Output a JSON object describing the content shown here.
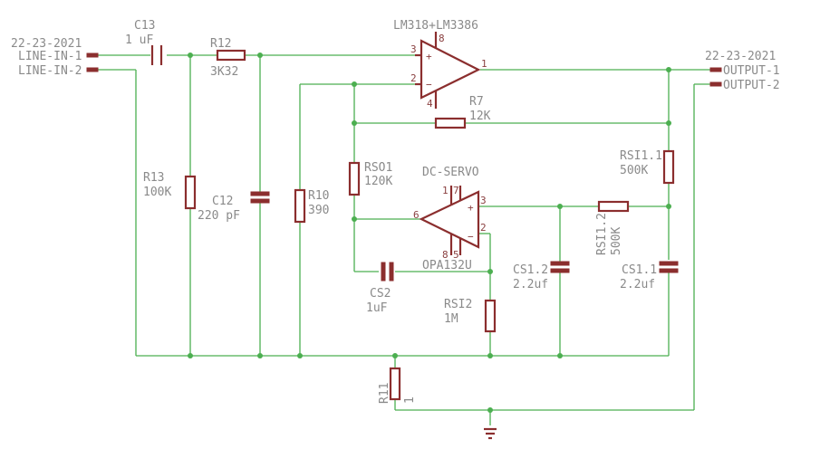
{
  "header_left": {
    "date": "22-23-2021"
  },
  "header_right": {
    "date": "22-23-2021"
  },
  "inputs": [
    {
      "label": "LINE-IN-1"
    },
    {
      "label": "LINE-IN-2"
    }
  ],
  "outputs": [
    {
      "label": "OUTPUT-1"
    },
    {
      "label": "OUTPUT-2"
    }
  ],
  "opamps": {
    "main": {
      "label": "LM318+LM3386",
      "pin_plus": "3",
      "pin_minus": "2",
      "pin_out": "1",
      "pin_top": "8",
      "pin_bottom": "4",
      "sign_plus": "+",
      "sign_minus": "−"
    },
    "servo": {
      "label": "DC-SERVO",
      "part": "OPA132U",
      "pin_plus": "3",
      "pin_minus": "2",
      "pin_out": "6",
      "pin_top": "7",
      "pin_bottom": "8",
      "pin_top2": "1",
      "pin_bottom2": "5",
      "sign_plus": "+",
      "sign_minus": "−"
    }
  },
  "components": {
    "c13": {
      "name": "C13",
      "value": "1 uF"
    },
    "r12": {
      "name": "R12",
      "value": "3K32"
    },
    "r13": {
      "name": "R13",
      "value": "100K"
    },
    "c12": {
      "name": "C12",
      "value": "220 pF"
    },
    "r10": {
      "name": "R10",
      "value": "390"
    },
    "r7": {
      "name": "R7",
      "value": "12K"
    },
    "rso1": {
      "name": "RSO1",
      "value": "120K"
    },
    "cs2": {
      "name": "CS2",
      "value": "1uF"
    },
    "rsi2": {
      "name": "RSI2",
      "value": "1M"
    },
    "cs1_2": {
      "name": "CS1.2",
      "value": "2.2uf"
    },
    "rsi1_2": {
      "name": "RSI1.2",
      "value": "500K"
    },
    "rsi1_1": {
      "name": "RSI1.1",
      "value": "500K"
    },
    "cs1_1": {
      "name": "CS1.1",
      "value": "2.2uf"
    },
    "r11": {
      "name": "R11",
      "value": "1"
    }
  },
  "colors": {
    "net": "#4caf50",
    "component": "#8b2e2e",
    "label": "#8a8a8a"
  }
}
